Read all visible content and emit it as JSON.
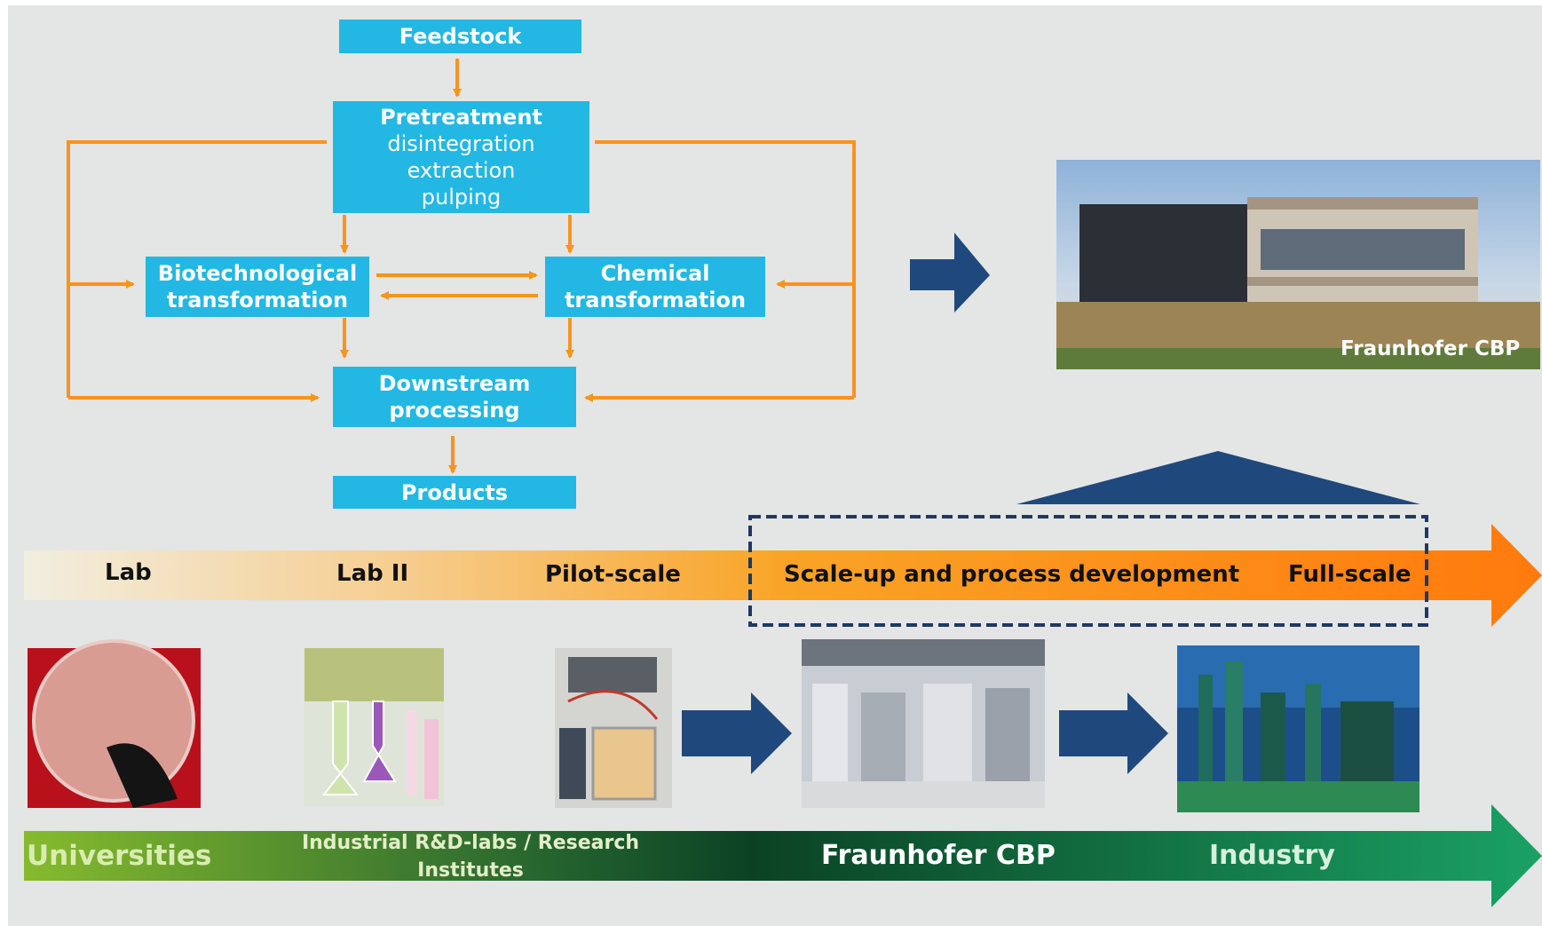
{
  "flowchart": {
    "feedstock": "Feedstock",
    "pretreatment": [
      "Pretreatment",
      "disintegration",
      "extraction",
      "pulping"
    ],
    "biotech": [
      "Biotechnological",
      "transformation"
    ],
    "chemical": [
      "Chemical",
      "transformation"
    ],
    "downstream": [
      "Downstream",
      "processing"
    ],
    "products": "Products"
  },
  "building_caption": "Fraunhofer CBP",
  "stages": {
    "lab": "Lab",
    "lab2": "Lab II",
    "pilot": "Pilot-scale",
    "scaleup": "Scale-up and process development",
    "full": "Full-scale"
  },
  "orgs": {
    "universities": "Universities",
    "industrial_line1": "Industrial R&D-labs / Research",
    "industrial_line2": "Institutes",
    "fraunhofer": "Fraunhofer CBP",
    "industry": "Industry"
  },
  "colors": {
    "box_blue": "#22b8e3",
    "flow_orange": "#f7941d",
    "navy_arrow": "#1f497d",
    "green_dark": "#0b4d2a",
    "green_light": "#7cb82f"
  }
}
